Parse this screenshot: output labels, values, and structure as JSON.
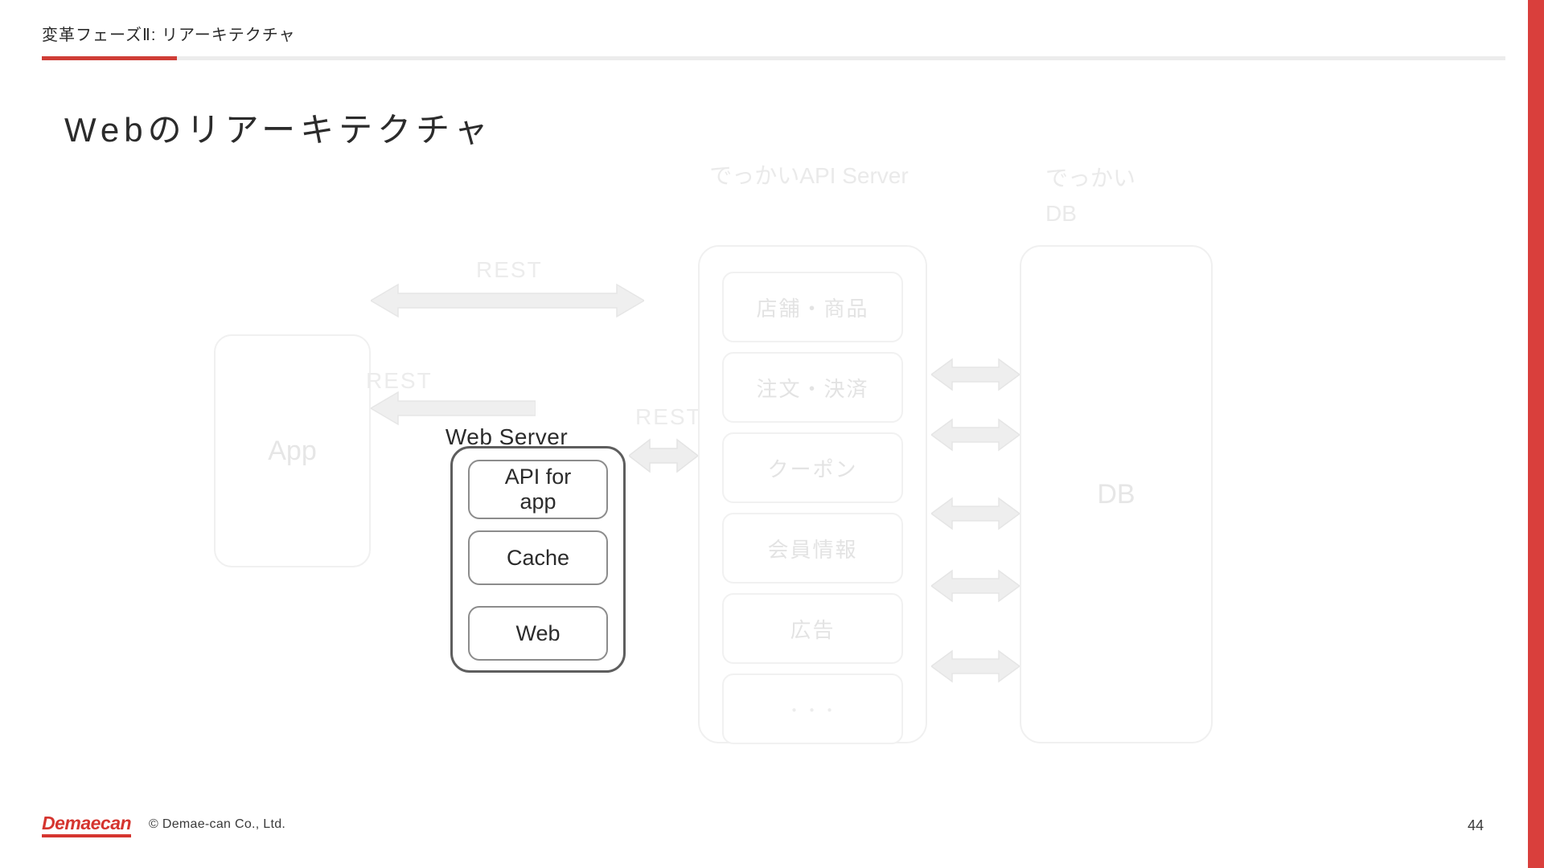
{
  "slide": {
    "eyebrow": "変革フェーズⅡ:  リアーキテクチャ",
    "title": "Webのリアーキテクチャ",
    "page_number": "44",
    "accent_color": "#cf3d36",
    "edge_band_color": "#d93f3c"
  },
  "diagram": {
    "app": {
      "label": "App",
      "emphasis": "faded"
    },
    "web_server": {
      "label": "Web Server",
      "emphasis": "strong",
      "items": [
        {
          "label": "API for\napp"
        },
        {
          "label": "Cache"
        },
        {
          "label": "Web"
        }
      ]
    },
    "api_server": {
      "label": "でっかいAPI Server",
      "emphasis": "faded",
      "items": [
        {
          "label": "店舗・商品"
        },
        {
          "label": "注文・決済"
        },
        {
          "label": "クーポン"
        },
        {
          "label": "会員情報"
        },
        {
          "label": "広告"
        },
        {
          "label": "・・・"
        }
      ]
    },
    "db": {
      "label": "でっかい\nDB",
      "inner_label": "DB",
      "emphasis": "faded"
    },
    "edges": [
      {
        "id": "app-api-rest",
        "label": "REST",
        "direction": "double"
      },
      {
        "id": "app-web-rest",
        "label": "REST",
        "direction": "left"
      },
      {
        "id": "web-api-rest",
        "label": "REST",
        "direction": "double"
      }
    ],
    "api_db_links": [
      {
        "direction": "double"
      },
      {
        "direction": "double"
      },
      {
        "direction": "double"
      },
      {
        "direction": "double"
      },
      {
        "direction": "double"
      }
    ]
  },
  "footer": {
    "logo": "Demaecan",
    "copyright": "© Demae-can Co., Ltd."
  }
}
